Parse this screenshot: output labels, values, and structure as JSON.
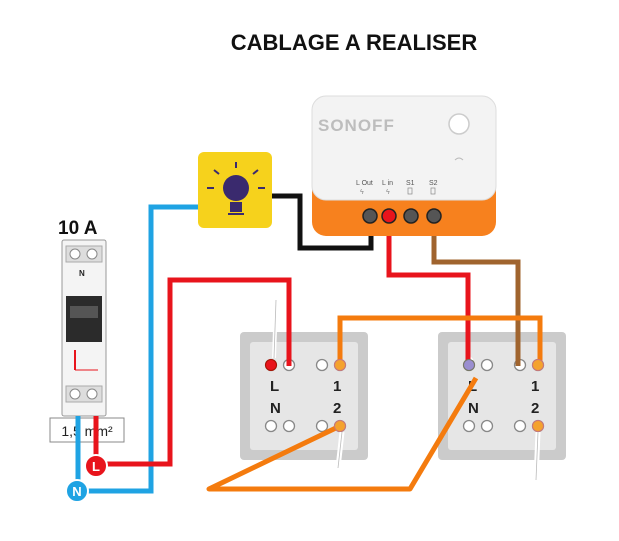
{
  "title": "CABLAGE A REALISER",
  "breaker": {
    "rating": "10 A",
    "pole_n": "N",
    "section": "1,5 mm²",
    "terminal_L": "L",
    "terminal_N": "N"
  },
  "sonoff": {
    "brand": "SONOFF",
    "labels": [
      "L Out",
      "L in",
      "S1",
      "S2"
    ]
  },
  "switch_left": {
    "L": "L",
    "N": "N",
    "one": "1",
    "two": "2"
  },
  "switch_right": {
    "L": "L",
    "N": "N",
    "one": "1",
    "two": "2"
  },
  "colors": {
    "phase": "#e8141c",
    "neutral": "#1fa3e3",
    "lamp_return": "#111111",
    "s1_traveller": "#f47b0e",
    "s2_wire": "#a0642e",
    "lamp_yellow": "#f6d21c",
    "sonoff_orange": "#f7811e"
  }
}
